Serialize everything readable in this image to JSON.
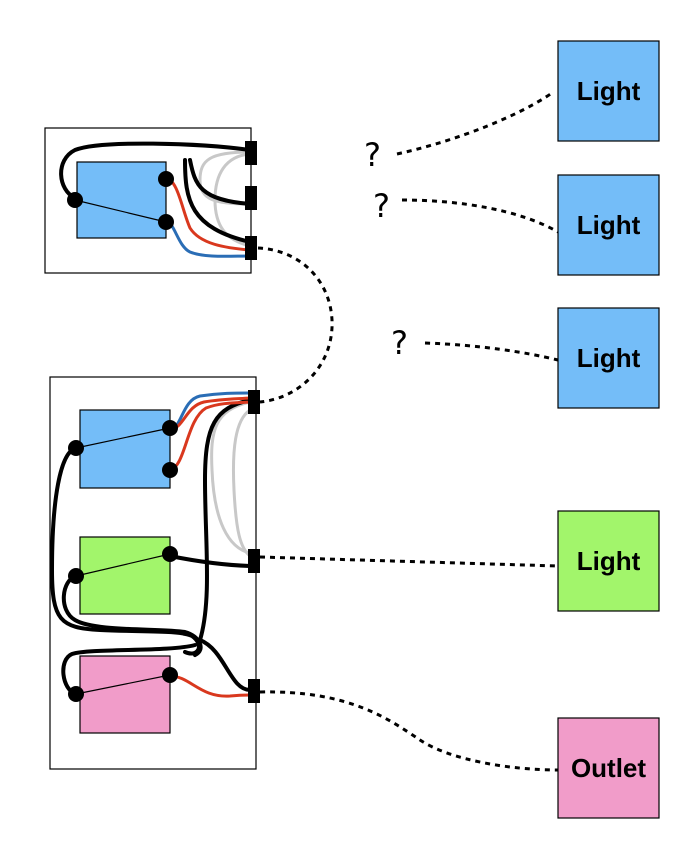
{
  "colors": {
    "light_blue": "#74bdf8",
    "light_green": "#a2f56b",
    "pink": "#f19cc9",
    "red_wire": "#d9381e",
    "blue_wire": "#2a6db5",
    "gray_wire": "#c8c8c8"
  },
  "loads": [
    {
      "label": "Light",
      "color": "#74bdf8"
    },
    {
      "label": "Light",
      "color": "#74bdf8"
    },
    {
      "label": "Light",
      "color": "#74bdf8"
    },
    {
      "label": "Light",
      "color": "#a2f56b"
    },
    {
      "label": "Outlet",
      "color": "#f19cc9"
    }
  ],
  "unknown_marks": [
    "?",
    "?",
    "?"
  ]
}
